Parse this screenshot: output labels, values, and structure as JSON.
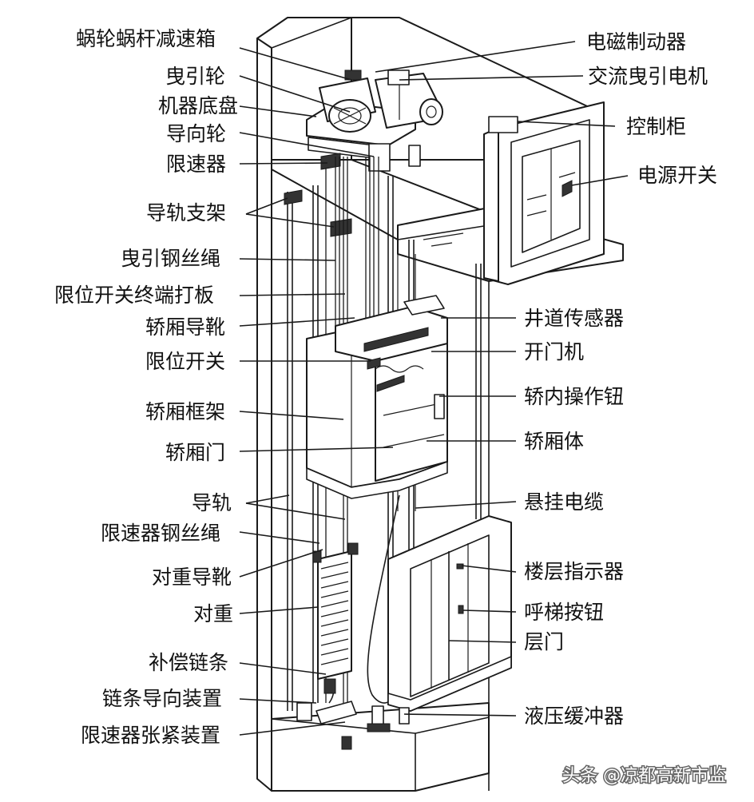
{
  "labels": {
    "left": [
      "蜗轮蜗杆减速箱",
      "曳引轮",
      "机器底盘",
      "导向轮",
      "限速器",
      "导轨支架",
      "曳引钢丝绳",
      "限位开关终端打板",
      "轿厢导靴",
      "限位开关",
      "轿厢框架",
      "轿厢门",
      "导轨",
      "限速器钢丝绳",
      "对重导靴",
      "对重",
      "补偿链条",
      "链条导向装置",
      "限速器张紧装置"
    ],
    "right": [
      "电磁制动器",
      "交流曳引电机",
      "控制柜",
      "电源开关",
      "井道传感器",
      "开门机",
      "轿内操作钮",
      "轿厢体",
      "悬挂电缆",
      "楼层指示器",
      "呼梯按钮",
      "层门",
      "液压缓冲器"
    ]
  },
  "watermark": "头条 @凉都高新市监"
}
